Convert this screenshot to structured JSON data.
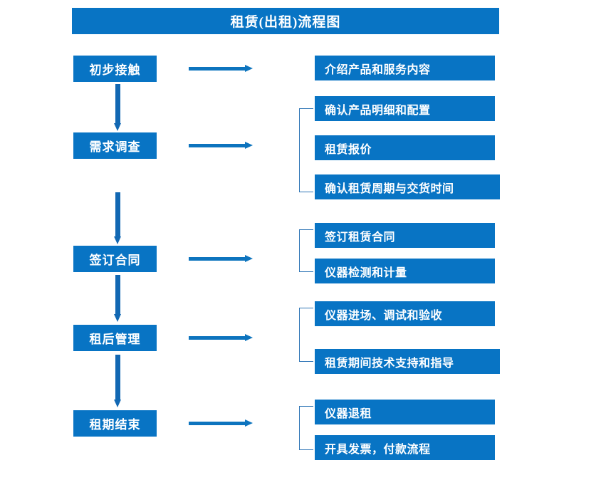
{
  "diagram": {
    "title": "租赁(出租)流程图",
    "accent_color": "#0874C4",
    "arrow_color": "#1268B3",
    "bracket_color": "#2E75B6",
    "text_color": "#FFFFFF"
  },
  "stages": [
    {
      "label": "初步接触"
    },
    {
      "label": "需求调查"
    },
    {
      "label": "签订合同"
    },
    {
      "label": "租后管理"
    },
    {
      "label": "租期结束"
    }
  ],
  "details": [
    {
      "label": "介绍产品和服务内容"
    },
    {
      "label": "确认产品明细和配置"
    },
    {
      "label": "租赁报价"
    },
    {
      "label": "确认租赁周期与交货时间"
    },
    {
      "label": "签订租赁合同"
    },
    {
      "label": "仪器检测和计量"
    },
    {
      "label": "仪器进场、调试和验收"
    },
    {
      "label": "租赁期间技术支持和指导"
    },
    {
      "label": "仪器退租"
    },
    {
      "label": "开具发票，付款流程"
    }
  ]
}
